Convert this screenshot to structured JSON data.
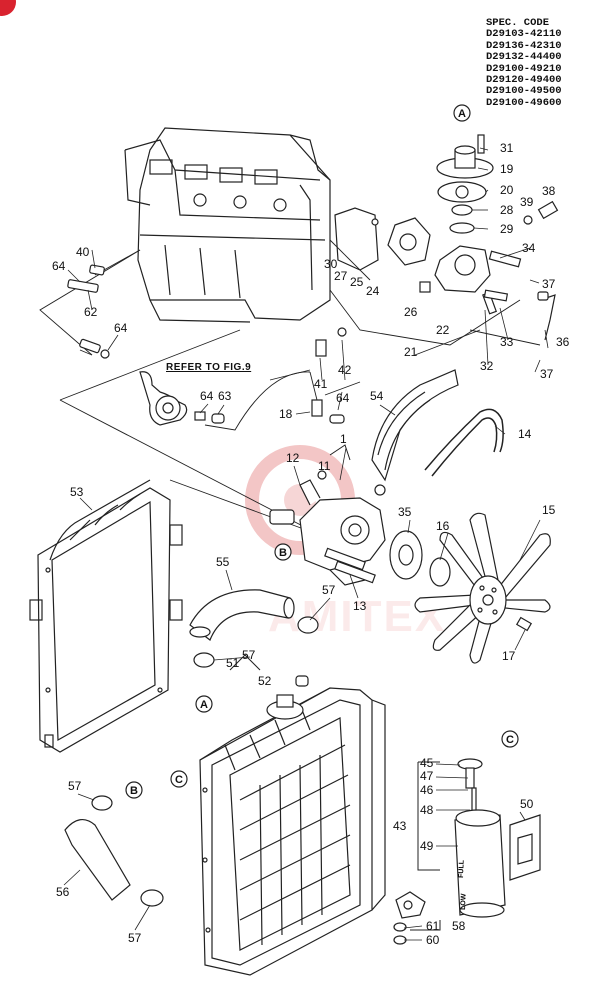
{
  "spec_code": {
    "title": "SPEC. CODE",
    "codes": [
      "D29103-42110",
      "D29136-42310",
      "D29132-44400",
      "D29100-49210",
      "D29120-49400",
      "D29100-49500",
      "D29100-49600"
    ]
  },
  "refer_note": "REFER TO FIG.9",
  "watermark": "AMITEX",
  "callouts": [
    {
      "id": "c1",
      "text": "1"
    },
    {
      "id": "c11",
      "text": "11"
    },
    {
      "id": "c12",
      "text": "12"
    },
    {
      "id": "c13",
      "text": "13"
    },
    {
      "id": "c14",
      "text": "14"
    },
    {
      "id": "c15",
      "text": "15"
    },
    {
      "id": "c16",
      "text": "16"
    },
    {
      "id": "c17",
      "text": "17"
    },
    {
      "id": "c18",
      "text": "18"
    },
    {
      "id": "c19",
      "text": "19"
    },
    {
      "id": "c20",
      "text": "20"
    },
    {
      "id": "c21",
      "text": "21"
    },
    {
      "id": "c22",
      "text": "22"
    },
    {
      "id": "c24",
      "text": "24"
    },
    {
      "id": "c25",
      "text": "25"
    },
    {
      "id": "c26",
      "text": "26"
    },
    {
      "id": "c27",
      "text": "27"
    },
    {
      "id": "c28",
      "text": "28"
    },
    {
      "id": "c29",
      "text": "29"
    },
    {
      "id": "c30",
      "text": "30"
    },
    {
      "id": "c31",
      "text": "31"
    },
    {
      "id": "c32",
      "text": "32"
    },
    {
      "id": "c33",
      "text": "33"
    },
    {
      "id": "c34",
      "text": "34"
    },
    {
      "id": "c35",
      "text": "35"
    },
    {
      "id": "c36",
      "text": "36"
    },
    {
      "id": "c37a",
      "text": "37"
    },
    {
      "id": "c37b",
      "text": "37"
    },
    {
      "id": "c38",
      "text": "38"
    },
    {
      "id": "c39",
      "text": "39"
    },
    {
      "id": "c40",
      "text": "40"
    },
    {
      "id": "c41",
      "text": "41"
    },
    {
      "id": "c42",
      "text": "42"
    },
    {
      "id": "c43",
      "text": "43"
    },
    {
      "id": "c45",
      "text": "45"
    },
    {
      "id": "c46",
      "text": "46"
    },
    {
      "id": "c47",
      "text": "47"
    },
    {
      "id": "c48",
      "text": "48"
    },
    {
      "id": "c49",
      "text": "49"
    },
    {
      "id": "c50",
      "text": "50"
    },
    {
      "id": "c51",
      "text": "51"
    },
    {
      "id": "c52",
      "text": "52"
    },
    {
      "id": "c53",
      "text": "53"
    },
    {
      "id": "c54",
      "text": "54"
    },
    {
      "id": "c55",
      "text": "55"
    },
    {
      "id": "c56",
      "text": "56"
    },
    {
      "id": "c57a",
      "text": "57"
    },
    {
      "id": "c57b",
      "text": "57"
    },
    {
      "id": "c57c",
      "text": "57"
    },
    {
      "id": "c57d",
      "text": "57"
    },
    {
      "id": "c58",
      "text": "58"
    },
    {
      "id": "c60",
      "text": "60"
    },
    {
      "id": "c61",
      "text": "61"
    },
    {
      "id": "c62",
      "text": "62"
    },
    {
      "id": "c63",
      "text": "63"
    },
    {
      "id": "c64a",
      "text": "64"
    },
    {
      "id": "c64b",
      "text": "64"
    },
    {
      "id": "c64c",
      "text": "64"
    },
    {
      "id": "c64d",
      "text": "64"
    }
  ],
  "connectors": [
    {
      "id": "A1",
      "text": "A"
    },
    {
      "id": "A2",
      "text": "A"
    },
    {
      "id": "B1",
      "text": "B"
    },
    {
      "id": "B2",
      "text": "B"
    },
    {
      "id": "C1",
      "text": "C"
    },
    {
      "id": "C2",
      "text": "C"
    }
  ],
  "reservoir_marks": {
    "full": "FULL",
    "low": "LOW"
  }
}
